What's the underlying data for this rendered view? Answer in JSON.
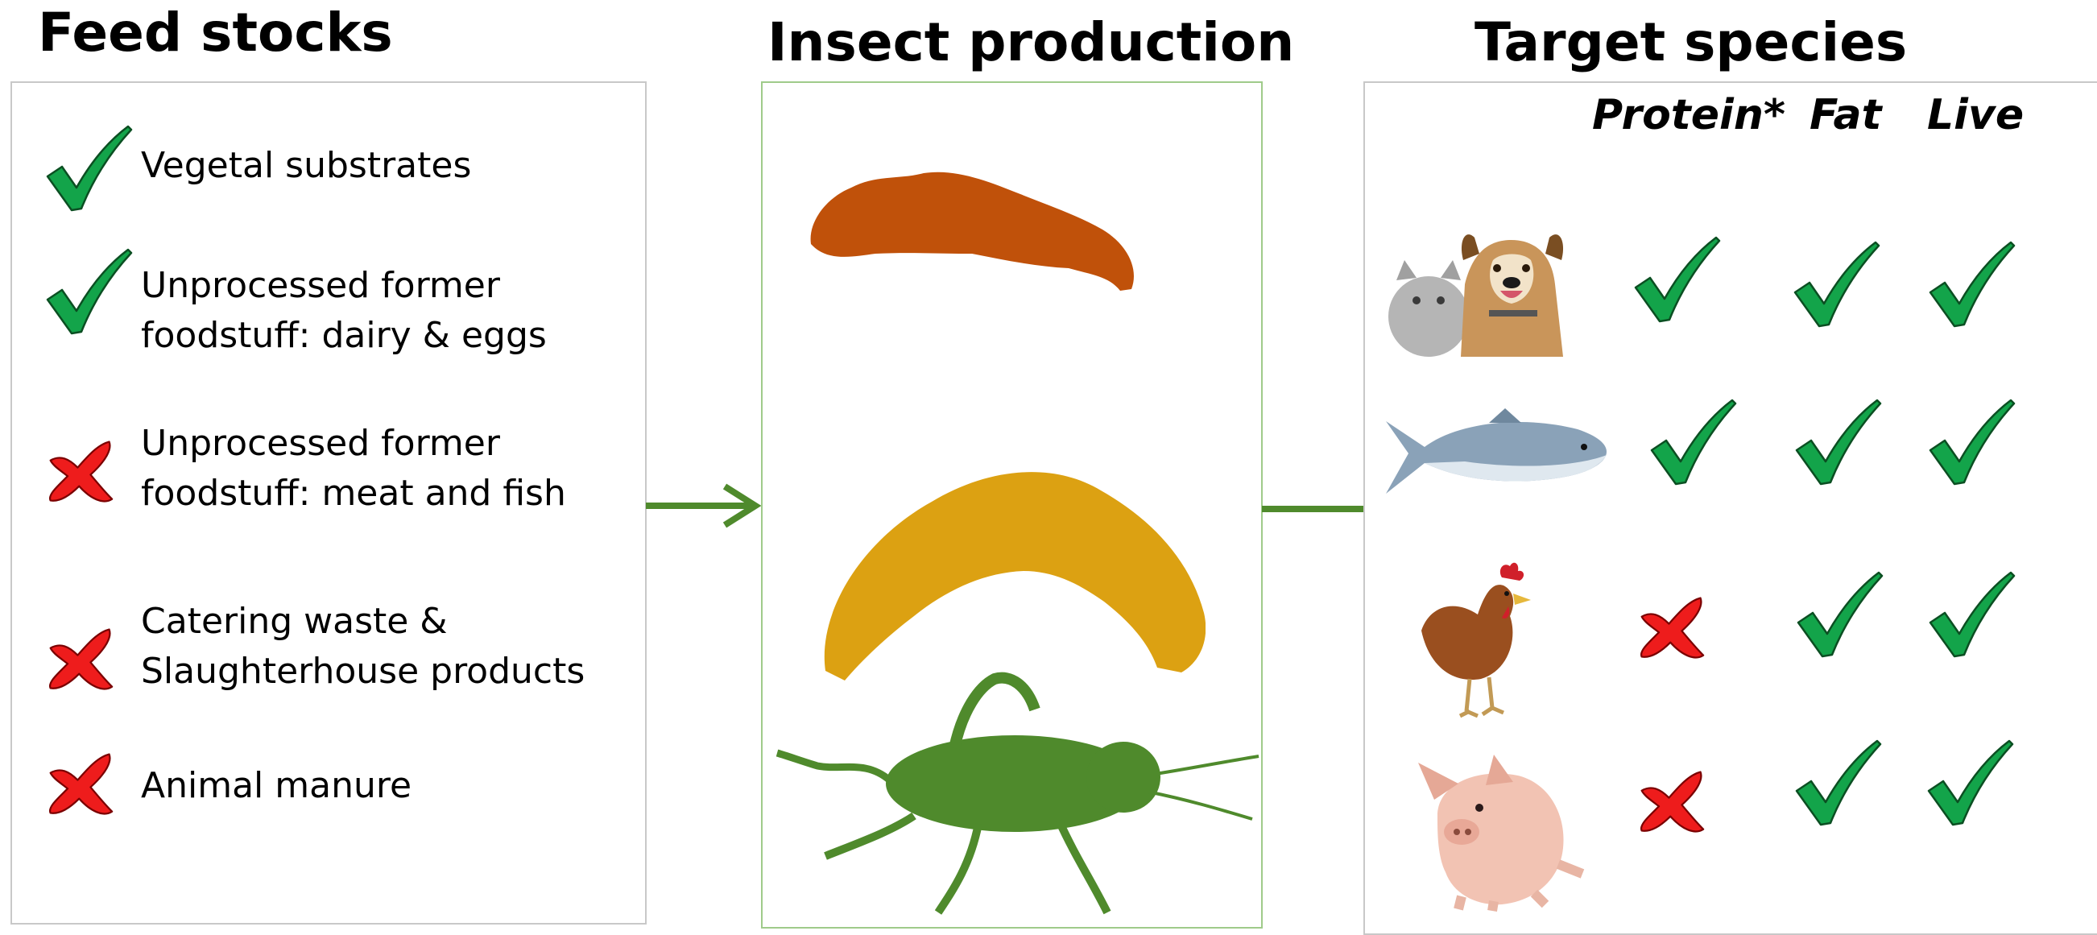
{
  "headings": {
    "feed_stocks": "Feed stocks",
    "insect_production": "Insect production",
    "target_species": "Target species"
  },
  "feed_stocks": [
    {
      "label": "Vegetal substrates",
      "allowed": true
    },
    {
      "label": "Unprocessed former\nfoodstuff: dairy & eggs",
      "allowed": true
    },
    {
      "label": "Unprocessed former\nfoodstuff: meat and fish",
      "allowed": false
    },
    {
      "label": "Catering waste &\nSlaughterhouse products",
      "allowed": false
    },
    {
      "label": "Animal manure",
      "allowed": false
    }
  ],
  "insects": [
    {
      "icon": "larva-silhouette-icon",
      "color": "#c0510a"
    },
    {
      "icon": "mealworm-silhouette-icon",
      "color": "#dca112"
    },
    {
      "icon": "cricket-silhouette-icon",
      "color": "#4f8a2c"
    }
  ],
  "target_columns": [
    "Protein*",
    "Fat",
    "Live"
  ],
  "target_species": [
    {
      "icon": "cat-and-dog-icon",
      "protein": true,
      "fat": true,
      "live": true
    },
    {
      "icon": "fish-icon",
      "protein": true,
      "fat": true,
      "live": true
    },
    {
      "icon": "chicken-icon",
      "protein": false,
      "fat": true,
      "live": true
    },
    {
      "icon": "pig-icon",
      "protein": false,
      "fat": true,
      "live": true
    }
  ],
  "colors": {
    "check": "#13a44a",
    "cross": "#ee1c1c",
    "arrow": "#4f8a2c",
    "insect_box_border": "#9fcb8a",
    "box_border": "#c8c8c8"
  }
}
